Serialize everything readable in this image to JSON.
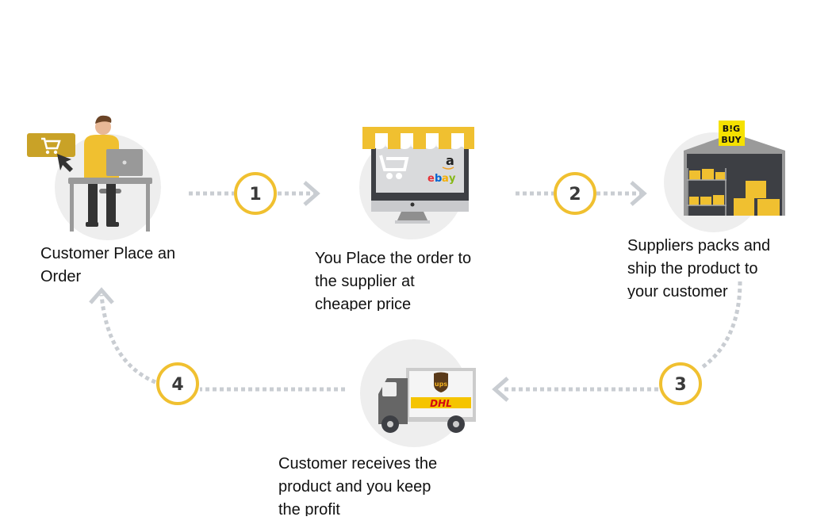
{
  "steps": [
    {
      "number": "1",
      "caption": [
        "Customer Place an",
        "Order"
      ],
      "icon": "customer-at-laptop"
    },
    {
      "number": "2",
      "caption": [
        "You Place the order to",
        "the supplier at",
        "cheaper price"
      ],
      "icon": "online-store"
    },
    {
      "number": "3",
      "caption": [
        "Suppliers packs and",
        "ship the product to",
        "your customer"
      ],
      "icon": "warehouse"
    },
    {
      "number": "4",
      "caption": [
        "Customer receives the",
        "product and you keep",
        "the profit"
      ],
      "icon": "delivery-truck"
    }
  ],
  "logos": {
    "amazon": "a",
    "ebay": [
      "e",
      "b",
      "a",
      "y"
    ],
    "bigbuy": [
      "B!G",
      "BUY"
    ],
    "ups": "ups",
    "dhl": "DHL"
  },
  "colors": {
    "accent": "#f0c030",
    "circle_bg": "#eeeeee",
    "dots": "#c9cdd2",
    "dark": "#3d3f44",
    "gray": "#9a9a9a"
  }
}
